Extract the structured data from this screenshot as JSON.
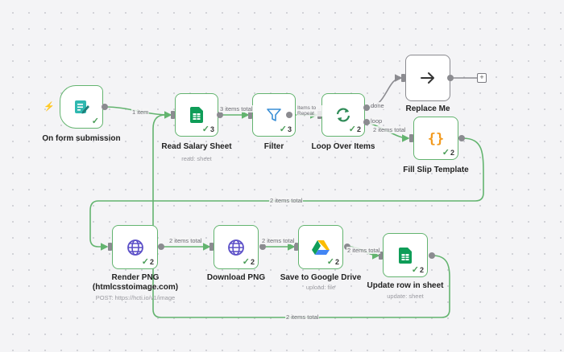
{
  "nodes": {
    "trigger": {
      "label": "On form submission",
      "check": "✓",
      "icon": "form-trigger-icon"
    },
    "read_sheet": {
      "label": "Read Salary Sheet",
      "sub": "read: sheet",
      "check": "✓",
      "count": "3",
      "icon": "google-sheets-icon"
    },
    "filter": {
      "label": "Filter",
      "check": "✓",
      "count": "3",
      "icon": "filter-funnel-icon"
    },
    "loop": {
      "label": "Loop Over Items",
      "check": "✓",
      "count": "2",
      "icon": "loop-arrows-icon"
    },
    "replace": {
      "label": "Replace Me",
      "icon": "arrow-right-icon"
    },
    "fill_slip": {
      "label": "Fill Slip Template",
      "check": "✓",
      "count": "2",
      "icon": "code-braces-icon"
    },
    "render_png": {
      "label": "Render PNG (htmlcsstoimage.com)",
      "sub": "POST: https://hcti.io/v1/image",
      "check": "✓",
      "count": "2",
      "icon": "globe-icon"
    },
    "download_png": {
      "label": "Download PNG",
      "check": "✓",
      "count": "2",
      "icon": "globe-icon"
    },
    "save_drive": {
      "label": "Save to Google Drive",
      "sub": "upload: file",
      "check": "✓",
      "count": "2",
      "icon": "google-drive-icon"
    },
    "update_row": {
      "label": "Update row in sheet",
      "sub": "update: sheet",
      "check": "✓",
      "count": "2",
      "icon": "google-sheets-icon"
    }
  },
  "edges": {
    "trigger_read": "1 item",
    "read_filter": "3 items total",
    "filter_loop": "Items to Repeat",
    "loop_done": "done",
    "loop_loop": "loop",
    "loop_fill": "2 items total",
    "fill_render": "2 items total",
    "render_download": "2 items total",
    "download_save": "2 items total",
    "save_update": "2 items total",
    "update_loop": "2 items total"
  },
  "plus_symbol": "+",
  "trigger_bolt": "⚡"
}
